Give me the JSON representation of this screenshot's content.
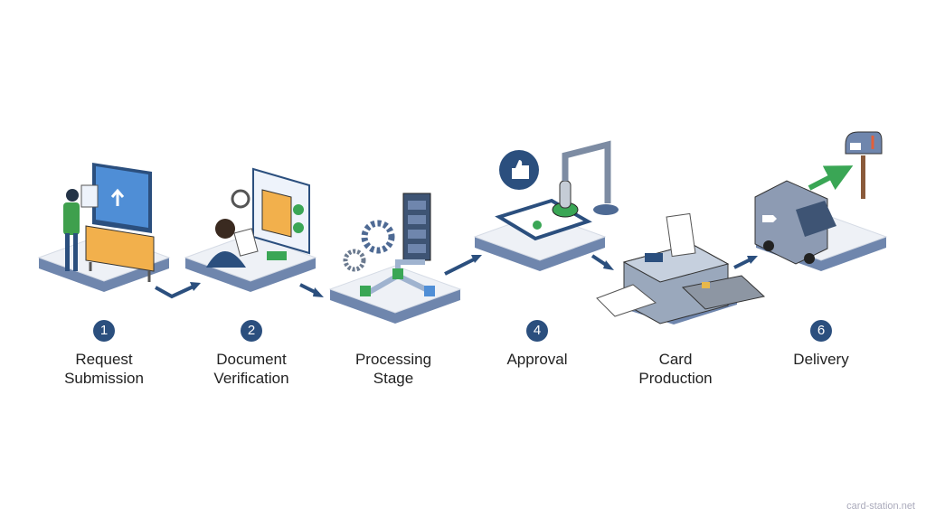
{
  "steps": [
    {
      "number": "1",
      "title_line1": "Request",
      "title_line2": "Submission"
    },
    {
      "number": "2",
      "title_line1": "Document",
      "title_line2": "Verification"
    },
    {
      "number": "",
      "title_line1": "Processing",
      "title_line2": "Stage"
    },
    {
      "number": "4",
      "title_line1": "Approval",
      "title_line2": ""
    },
    {
      "number": "",
      "title_line1": "Card",
      "title_line2": "Production"
    },
    {
      "number": "6",
      "title_line1": "Delivery",
      "title_line2": ""
    }
  ],
  "watermark": "card-station.net",
  "colors": {
    "navy": "#2b4f7e",
    "green": "#3aa655",
    "platform": "#eef1f6",
    "platform_edge": "#6f86ad",
    "orange": "#f2b04c"
  }
}
